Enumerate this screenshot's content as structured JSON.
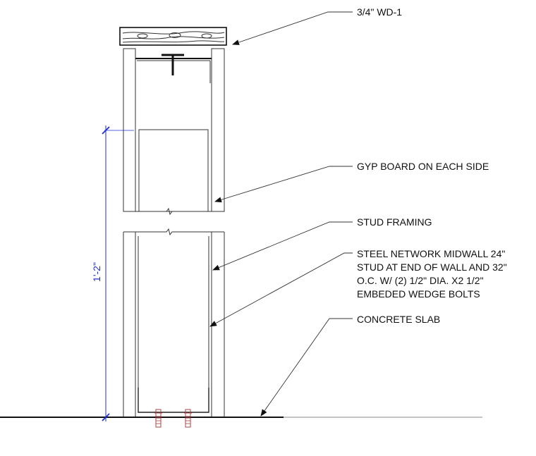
{
  "callouts": {
    "wood_cap": "3/4\" WD-1",
    "gyp_board": "GYP BOARD ON EACH SIDE",
    "stud_framing": "STUD FRAMING",
    "steel_network_lines": [
      "STEEL NETWORK MIDWALL 24\"",
      "STUD AT END OF WALL AND 32\"",
      "O.C. W/ (2) 1/2\" DIA. X2 1/2\"",
      "EMBEDED WEDGE BOLTS"
    ],
    "concrete_slab": "CONCRETE SLAB"
  },
  "dimension": {
    "height_label": "1'-2\""
  },
  "colors": {
    "dimension": "#1f2fd6",
    "linework": "#222222",
    "bolt": "#b04040"
  }
}
